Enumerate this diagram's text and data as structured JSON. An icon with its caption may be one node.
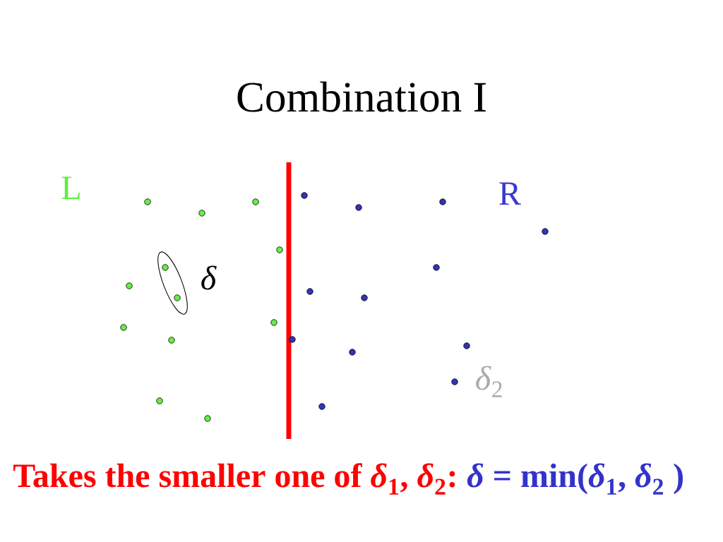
{
  "diagram": {
    "title": "Combination I",
    "labels": [
      "L",
      "R",
      "δ",
      "*δ*$_{2}$",
      "Takes the smaller one of *δ*$_{1}$, *δ*$_{2}$:",
      "*δ* = min(*δ*$_{1}$, *δ*$_{2}$ )"
    ]
  }
}
